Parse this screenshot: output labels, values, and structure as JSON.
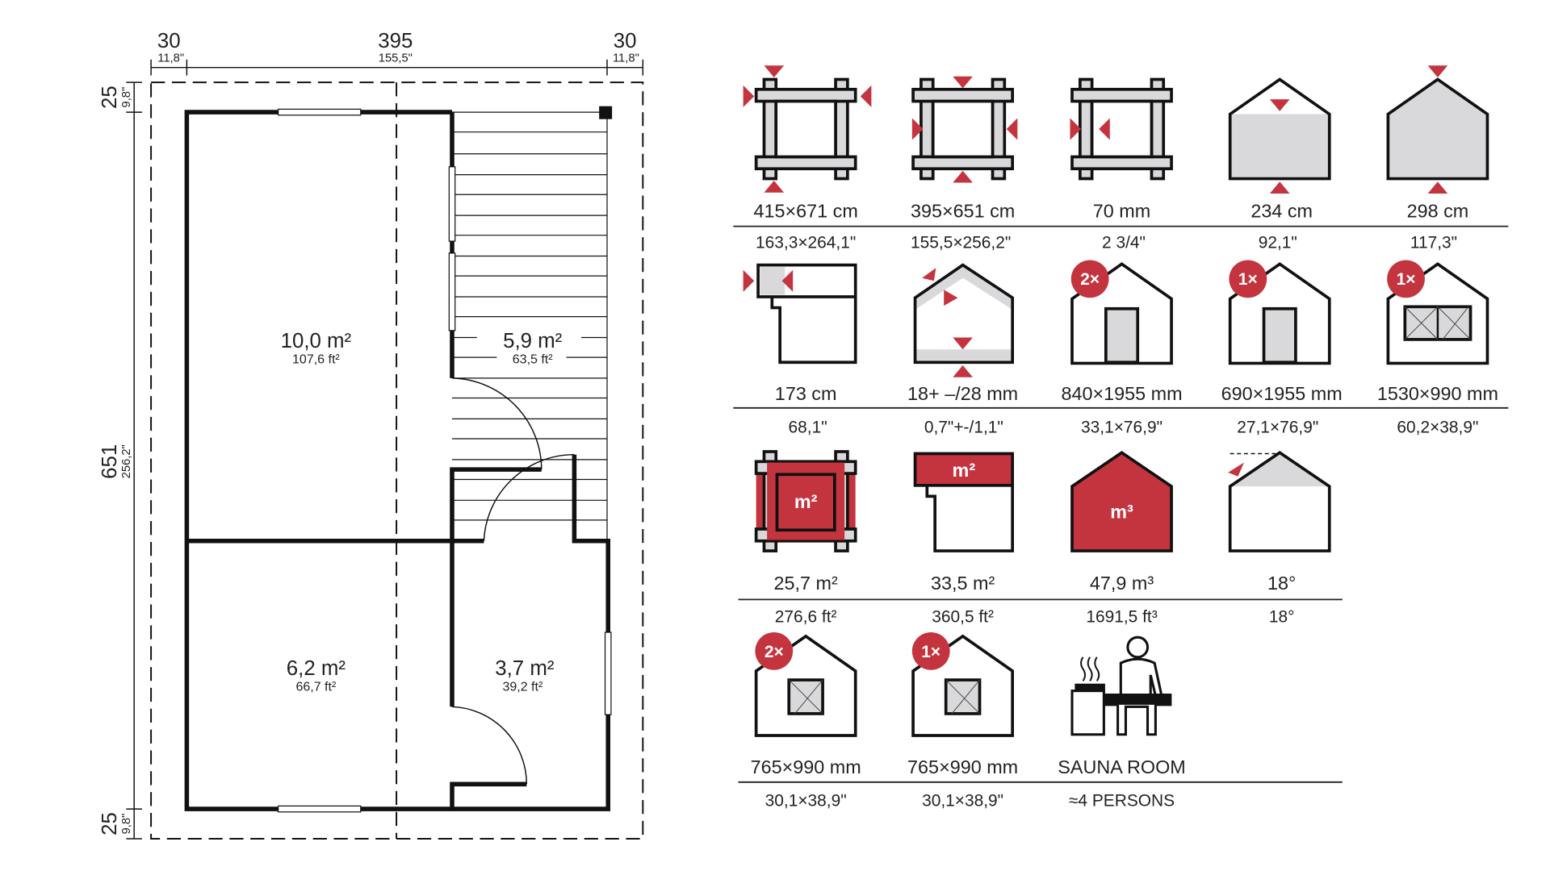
{
  "colors": {
    "accent": "#c4343f",
    "gray": "#d9d9db",
    "ink": "#111111"
  },
  "floorplan": {
    "dims_top": [
      {
        "value": "30",
        "sub": "11,8\""
      },
      {
        "value": "395",
        "sub": "155,5\""
      },
      {
        "value": "30",
        "sub": "11,8\""
      }
    ],
    "dims_left": [
      {
        "value": "25",
        "sub": "9,8\""
      },
      {
        "value": "651",
        "sub": "256,2\""
      },
      {
        "value": "25",
        "sub": "9,8\""
      }
    ],
    "rooms": [
      {
        "area": "10,0 m²",
        "sub": "107,6 ft²"
      },
      {
        "area": "5,9 m²",
        "sub": "63,5 ft²"
      },
      {
        "area": "6,2 m²",
        "sub": "66,7 ft²"
      },
      {
        "area": "3,7 m²",
        "sub": "39,2 ft²"
      }
    ]
  },
  "specs": [
    {
      "icon": "outer-dimensions-icon",
      "value": "415×671 cm",
      "sub": "163,3×264,1\""
    },
    {
      "icon": "inner-dimensions-icon",
      "value": "395×651 cm",
      "sub": "155,5×256,2\""
    },
    {
      "icon": "wall-thickness-icon",
      "value": "70 mm",
      "sub": "2  3/4\""
    },
    {
      "icon": "wall-height-icon",
      "value": "234 cm",
      "sub": "92,1\""
    },
    {
      "icon": "ridge-height-icon",
      "value": "298 cm",
      "sub": "117,3\""
    },
    {
      "icon": "roof-overhang-icon",
      "value": "173 cm",
      "sub": "68,1\""
    },
    {
      "icon": "roof-floor-thickness-icon",
      "value": "18+ –/28 mm",
      "sub": "0,7\"+-/1,1\""
    },
    {
      "icon": "double-door-icon",
      "badge": "2×",
      "value": "840×1955 mm",
      "sub": "33,1×76,9\""
    },
    {
      "icon": "single-door-icon",
      "badge": "1×",
      "value": "690×1955 mm",
      "sub": "27,1×76,9\""
    },
    {
      "icon": "double-window-icon",
      "badge": "1×",
      "value": "1530×990 mm",
      "sub": "60,2×38,9\""
    },
    {
      "icon": "floor-area-icon",
      "label": "m²",
      "value": "25,7 m²",
      "sub": "276,6 ft²"
    },
    {
      "icon": "roof-area-icon",
      "label": "m²",
      "value": "33,5 m²",
      "sub": "360,5 ft²"
    },
    {
      "icon": "volume-icon",
      "label": "m³",
      "value": "47,9 m³",
      "sub": "1691,5 ft³"
    },
    {
      "icon": "roof-pitch-icon",
      "value": "18°",
      "sub": "18°"
    },
    {
      "icon": "window-icon",
      "badge": "2×",
      "value": "765×990 mm",
      "sub": "30,1×38,9\""
    },
    {
      "icon": "window-icon",
      "badge": "1×",
      "value": "765×990 mm",
      "sub": "30,1×38,9\""
    },
    {
      "icon": "sauna-icon",
      "value": "SAUNA ROOM",
      "sub": "≈4 PERSONS"
    }
  ]
}
